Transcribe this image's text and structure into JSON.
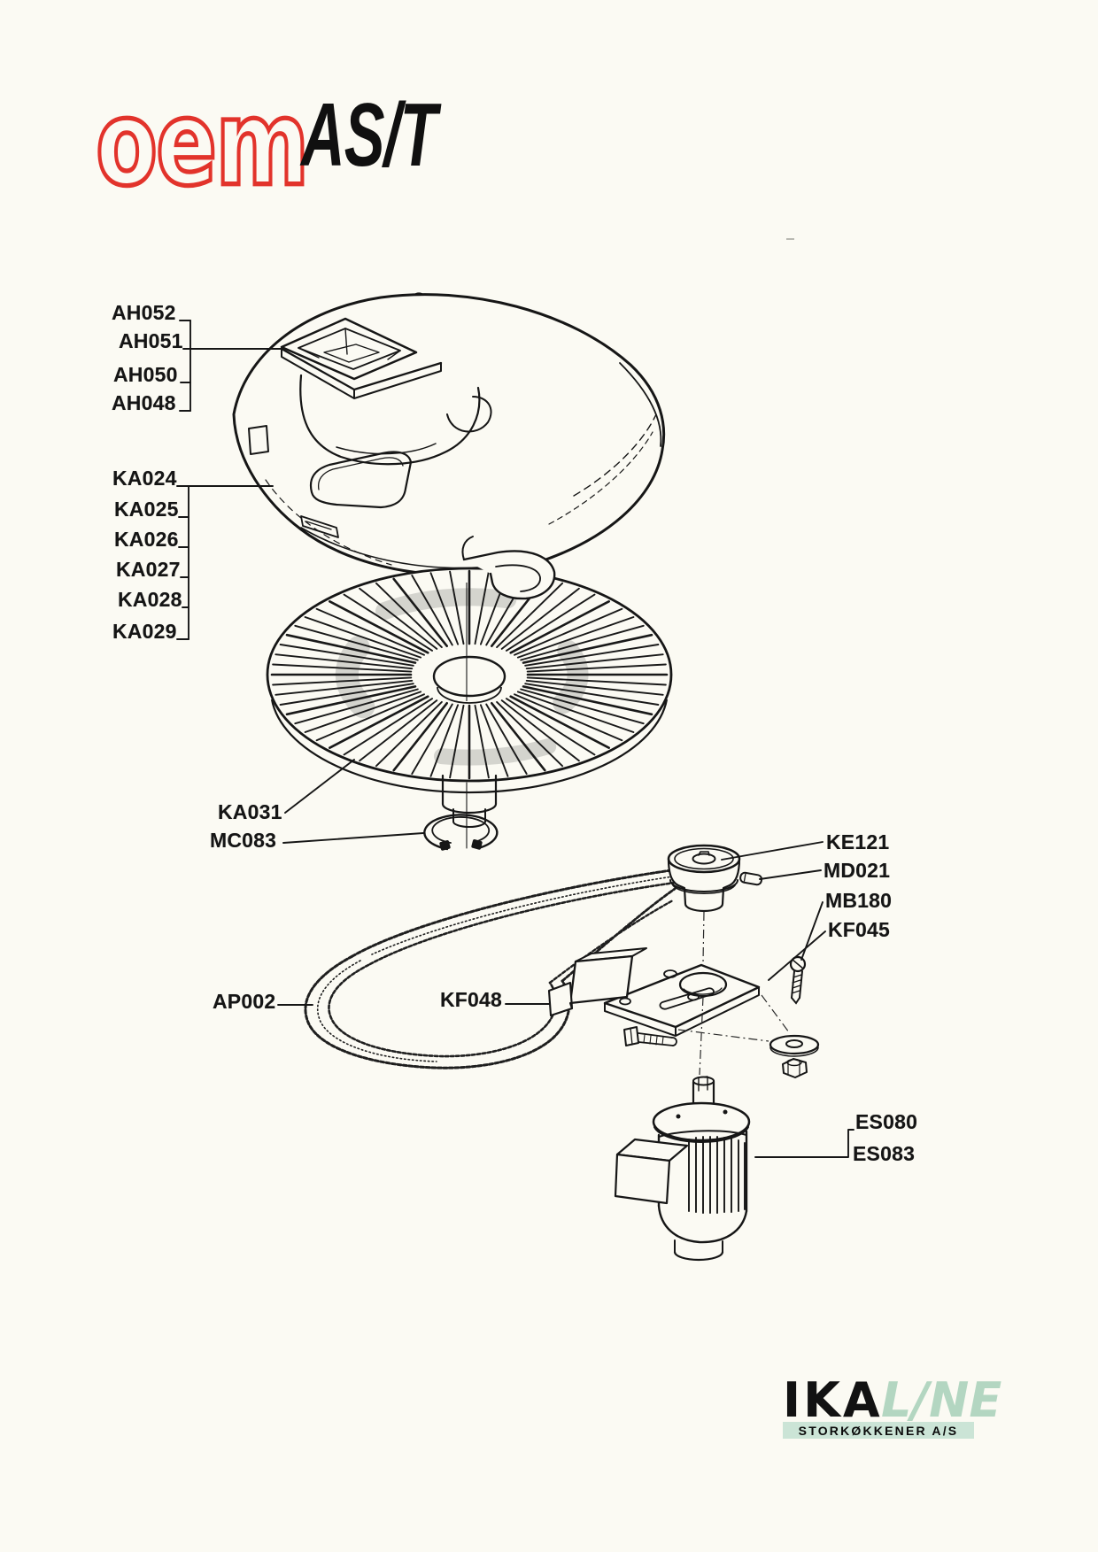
{
  "page": {
    "background": "#fbfaf3",
    "ink": "#161616"
  },
  "header": {
    "brand": "oem",
    "model": "AS/T",
    "brand_color": "#e2332b"
  },
  "labels": {
    "ah": [
      "AH052",
      "AH051",
      "AH050",
      "AH048"
    ],
    "ka": [
      "KA024",
      "KA025",
      "KA026",
      "KA027",
      "KA028",
      "KA029"
    ],
    "disc": "KA031",
    "clamp_ring": "MC083",
    "pulley": "KE121",
    "pin": "MD021",
    "screw": "MB180",
    "mount_plate": "KF045",
    "belt": "AP002",
    "bracket": "KF048",
    "motor": [
      "ES080",
      "ES083"
    ]
  },
  "footer": {
    "logo_black": "IKA",
    "logo_green": "L/NE",
    "tagline": "STORKØKKENER A/S",
    "green_text": "#b3d6c1",
    "green_bg": "#cbe4d6"
  }
}
